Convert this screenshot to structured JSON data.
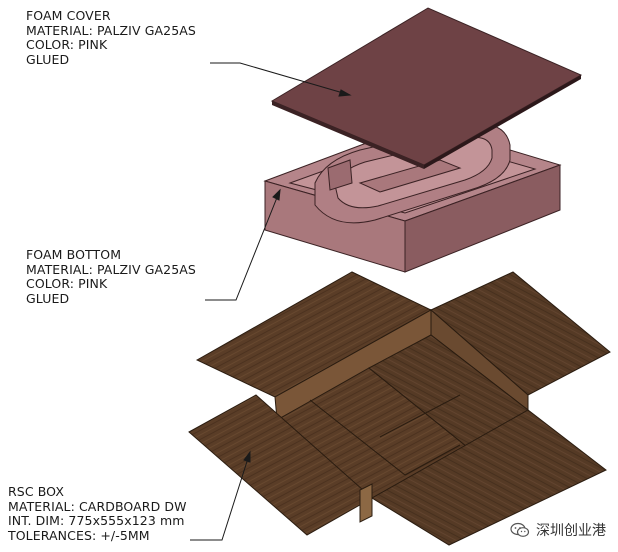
{
  "labels": {
    "foam_cover": {
      "lines": [
        "FOAM COVER",
        "MATERIAL: PALZIV GA25AS",
        "COLOR: PINK",
        "GLUED"
      ]
    },
    "foam_bottom": {
      "lines": [
        "FOAM BOTTOM",
        "MATERIAL: PALZIV GA25AS",
        "COLOR: PINK",
        "GLUED"
      ]
    },
    "rsc_box": {
      "lines": [
        "RSC BOX",
        "MATERIAL: CARDBOARD DW",
        "INT. DIM: 775x555x123 mm",
        "TOLERANCES: +/-5MM"
      ]
    }
  },
  "watermark": {
    "text": "深圳创业港",
    "icon": "wechat-icon"
  },
  "colors": {
    "foam_cover_top": "#6e4245",
    "foam_cover_edge": "#3b2224",
    "foam_side_light": "#a9787c",
    "foam_side_dark": "#8a5c60",
    "foam_inner": "#c39498",
    "cardboard_dark": "#4a3220",
    "cardboard_mid": "#5e4029",
    "cardboard_light": "#7a5638",
    "leader_line": "#1a1a1a"
  }
}
